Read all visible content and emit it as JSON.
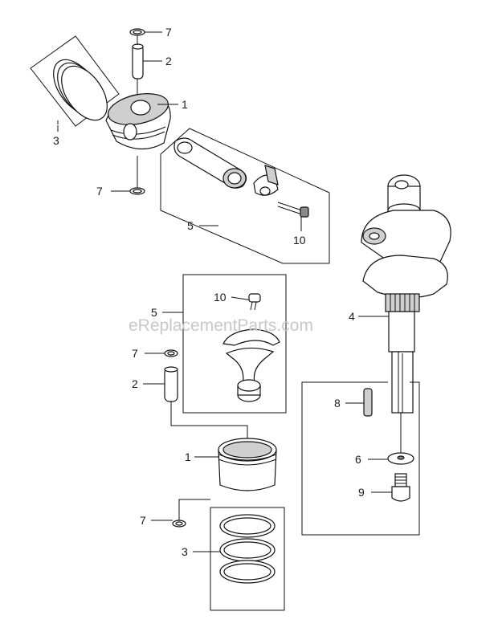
{
  "watermark": "eReplacementParts.com",
  "callouts": {
    "top_ring_clip": "7",
    "top_pin": "2",
    "top_piston": "1",
    "top_rings": "3",
    "top_lower_clip": "7",
    "top_rod_assy": "5",
    "top_rod_bolt": "10",
    "crankshaft": "4",
    "key": "8",
    "washer": "6",
    "crank_bolt": "9",
    "mid_rod_bolt": "10",
    "mid_rod_assy": "5",
    "mid_clip": "7",
    "mid_pin": "2",
    "bottom_piston": "1",
    "bottom_clip": "7",
    "bottom_rings": "3"
  }
}
